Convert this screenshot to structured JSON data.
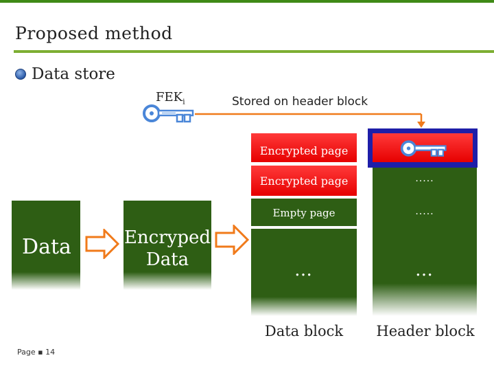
{
  "slide": {
    "title": "Proposed method",
    "bullet": "Data store",
    "footer": "Page ▪ 14"
  },
  "key_label": {
    "main": "FEK",
    "subscript": "i"
  },
  "stored_label": "Stored on header block",
  "flow": {
    "data_label": "Data",
    "encrypted_label_line1": "Encryped",
    "encrypted_label_line2": "Data"
  },
  "data_block": {
    "rows": [
      "Encrypted page",
      "Encrypted page",
      "Empty page"
    ],
    "ellipsis": "…",
    "label": "Data block"
  },
  "header_block": {
    "rows": [
      "",
      ".....",
      "....."
    ],
    "ellipsis": "…",
    "label": "Header block"
  },
  "colors": {
    "accent_green": "#7dae32",
    "block_green": "#2e5e14",
    "encrypted_red": "#e60000",
    "highlight_blue": "#1e1ea8",
    "key_blue": "#4a86d8",
    "arrow_orange": "#f07a1a"
  },
  "icons": {
    "bullet": "sphere-bullet-icon",
    "key": "key-icon",
    "arrow": "right-arrow-icon"
  }
}
